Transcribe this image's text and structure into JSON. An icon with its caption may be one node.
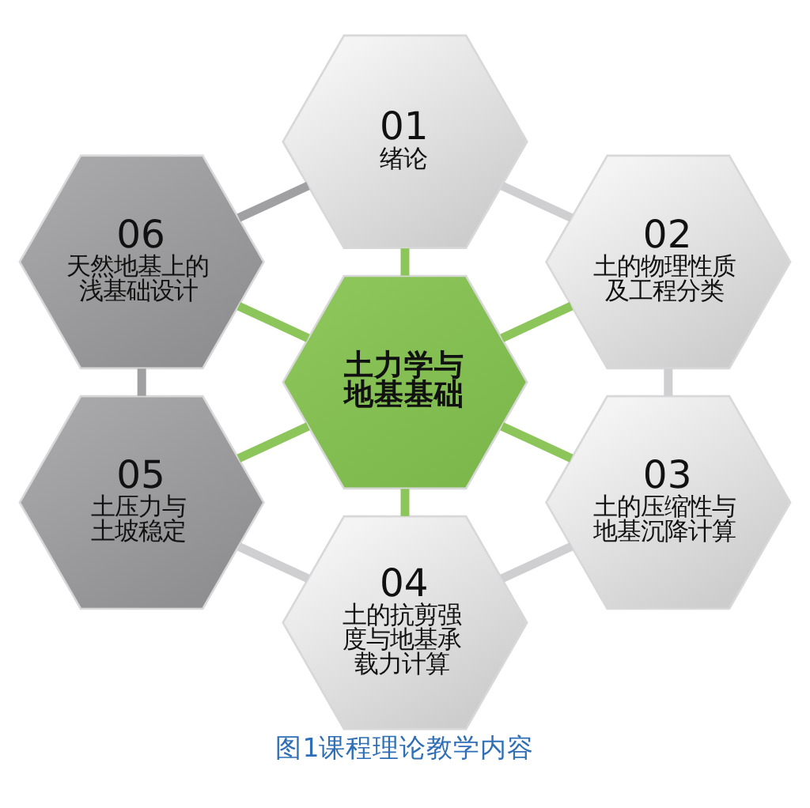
{
  "diagram": {
    "caption": "图1课程理论教学内容",
    "nodes": [
      {
        "text": [
          "土力学与地基基础"
        ]
      },
      {
        "text": [
          "01",
          "绪论"
        ]
      },
      {
        "text": [
          "02",
          "土的物理性质及工程分类"
        ]
      },
      {
        "text": [
          "03",
          "土的压缩性与地基沉降计算"
        ]
      },
      {
        "text": [
          "04",
          "土的抗剪强度与地基承载力计算"
        ]
      },
      {
        "text": [
          "05",
          "土压力与土坡稳定"
        ]
      },
      {
        "text": [
          "06",
          "天然地基上的浅基础设计"
        ]
      }
    ],
    "edges": [
      {
        "from": 1,
        "to": 0,
        "arrow": "none",
        "color": "#8cc55a"
      },
      {
        "from": 0,
        "to": 2,
        "arrow": "none",
        "color": "#8cc55a"
      },
      {
        "from": 0,
        "to": 3,
        "arrow": "none",
        "color": "#8cc55a"
      },
      {
        "from": 0,
        "to": 4,
        "arrow": "none",
        "color": "#8cc55a"
      },
      {
        "from": 5,
        "to": 0,
        "arrow": "none",
        "color": "#8cc55a"
      },
      {
        "from": 6,
        "to": 0,
        "arrow": "none",
        "color": "#8cc55a"
      },
      {
        "from": 1,
        "to": 2,
        "arrow": "none",
        "color": "#cfcfd1"
      },
      {
        "from": 2,
        "to": 3,
        "arrow": "none",
        "color": "#cfcfd1"
      },
      {
        "from": 4,
        "to": 3,
        "arrow": "none",
        "color": "#cfcfd1"
      },
      {
        "from": 5,
        "to": 4,
        "arrow": "none",
        "color": "#cfcfd1"
      },
      {
        "from": 6,
        "to": 5,
        "arrow": "none",
        "color": "#a0a0a2"
      },
      {
        "from": 6,
        "to": 1,
        "arrow": "none",
        "color": "#a0a0a2"
      }
    ]
  }
}
